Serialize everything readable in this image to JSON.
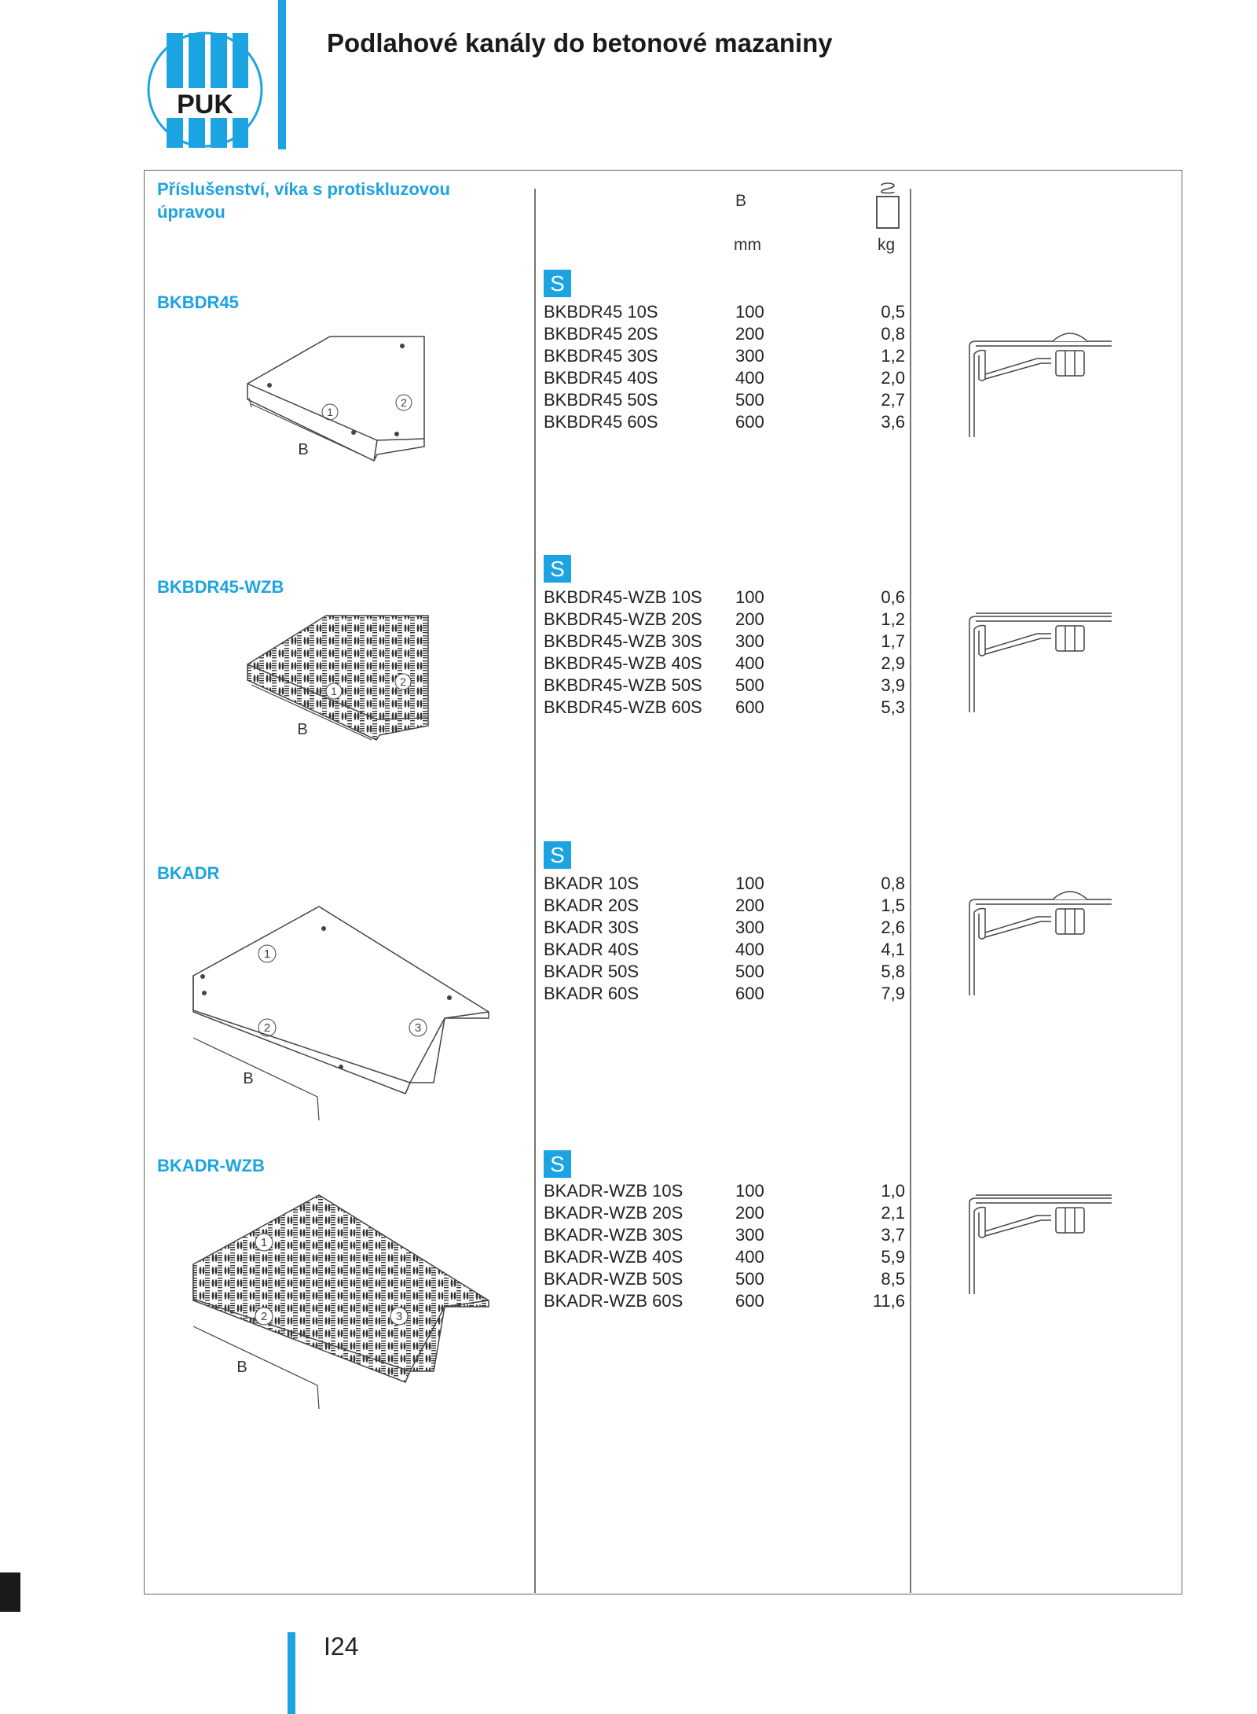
{
  "header": {
    "logo_text": "PUK",
    "title": "Podlahové kanály do betonové mazaniny"
  },
  "section": {
    "title": "Příslušenství, víka s protiskluzovou úpravou"
  },
  "table_header": {
    "b_label": "B",
    "b_unit": "mm",
    "weight_icon": "weight-icon",
    "weight_unit": "kg"
  },
  "products": [
    {
      "name": "BKBDR45",
      "badge": "S",
      "dim_label": "B",
      "callouts": [
        "1",
        "2"
      ],
      "rows": [
        {
          "code": "BKBDR45 10S",
          "b": "100",
          "kg": "0,5"
        },
        {
          "code": "BKBDR45 20S",
          "b": "200",
          "kg": "0,8"
        },
        {
          "code": "BKBDR45 30S",
          "b": "300",
          "kg": "1,2"
        },
        {
          "code": "BKBDR45 40S",
          "b": "400",
          "kg": "2,0"
        },
        {
          "code": "BKBDR45 50S",
          "b": "500",
          "kg": "2,7"
        },
        {
          "code": "BKBDR45 60S",
          "b": "600",
          "kg": "3,6"
        }
      ]
    },
    {
      "name": "BKBDR45-WZB",
      "badge": "S",
      "dim_label": "B",
      "callouts": [
        "1",
        "2"
      ],
      "rows": [
        {
          "code": "BKBDR45-WZB 10S",
          "b": "100",
          "kg": "0,6"
        },
        {
          "code": "BKBDR45-WZB 20S",
          "b": "200",
          "kg": "1,2"
        },
        {
          "code": "BKBDR45-WZB 30S",
          "b": "300",
          "kg": "1,7"
        },
        {
          "code": "BKBDR45-WZB 40S",
          "b": "400",
          "kg": "2,9"
        },
        {
          "code": "BKBDR45-WZB 50S",
          "b": "500",
          "kg": "3,9"
        },
        {
          "code": "BKBDR45-WZB 60S",
          "b": "600",
          "kg": "5,3"
        }
      ]
    },
    {
      "name": "BKADR",
      "badge": "S",
      "dim_label": "B",
      "callouts": [
        "1",
        "2",
        "3"
      ],
      "rows": [
        {
          "code": "BKADR 10S",
          "b": "100",
          "kg": "0,8"
        },
        {
          "code": "BKADR 20S",
          "b": "200",
          "kg": "1,5"
        },
        {
          "code": "BKADR 30S",
          "b": "300",
          "kg": "2,6"
        },
        {
          "code": "BKADR 40S",
          "b": "400",
          "kg": "4,1"
        },
        {
          "code": "BKADR 50S",
          "b": "500",
          "kg": "5,8"
        },
        {
          "code": "BKADR 60S",
          "b": "600",
          "kg": "7,9"
        }
      ]
    },
    {
      "name": "BKADR-WZB",
      "badge": "S",
      "dim_label": "B",
      "callouts": [
        "1",
        "2",
        "3"
      ],
      "rows": [
        {
          "code": "BKADR-WZB 10S",
          "b": "100",
          "kg": "1,0"
        },
        {
          "code": "BKADR-WZB 20S",
          "b": "200",
          "kg": "2,1"
        },
        {
          "code": "BKADR-WZB 30S",
          "b": "300",
          "kg": "3,7"
        },
        {
          "code": "BKADR-WZB 40S",
          "b": "400",
          "kg": "5,9"
        },
        {
          "code": "BKADR-WZB 50S",
          "b": "500",
          "kg": "8,5"
        },
        {
          "code": "BKADR-WZB 60S",
          "b": "600",
          "kg": "11,6"
        }
      ]
    }
  ],
  "footer": {
    "page_number": "I24"
  },
  "colors": {
    "accent": "#1ca3e1",
    "text": "#222222",
    "frame": "#666666"
  }
}
